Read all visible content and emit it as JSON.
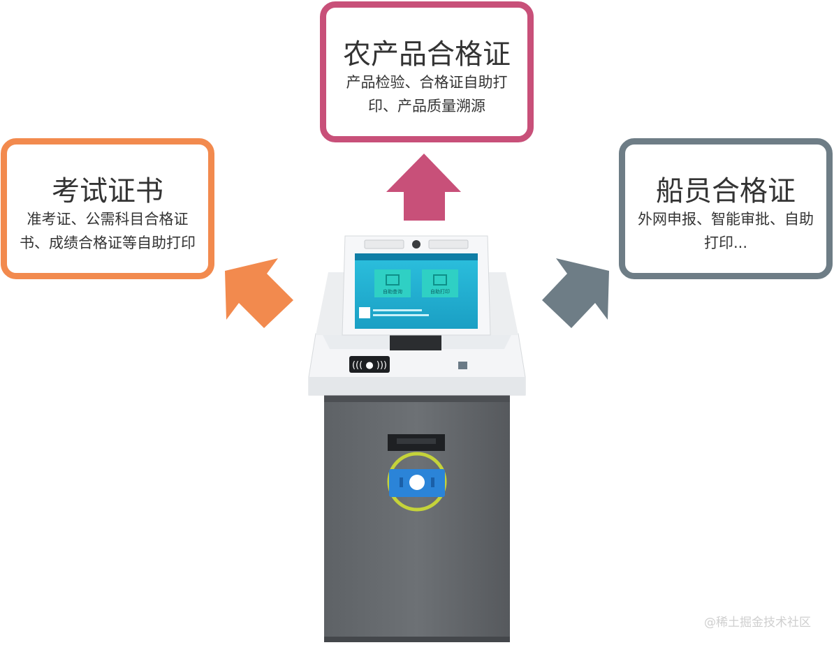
{
  "cards": {
    "top": {
      "title": "农产品合格证",
      "desc": "产品检验、合格证自助打印、产品质量溯源",
      "color": "#c85079"
    },
    "left": {
      "title": "考试证书",
      "desc": "准考证、公需科目合格证书、成绩合格证等自助打印",
      "color": "#f28a4e"
    },
    "right": {
      "title": "船员合格证",
      "desc": "外网申报、智能审批、自助打印...",
      "color": "#6e7d86"
    }
  },
  "kiosk": {
    "screen_buttons": [
      "自助查询",
      "自助打印"
    ]
  },
  "watermark": "@稀土掘金技术社区"
}
